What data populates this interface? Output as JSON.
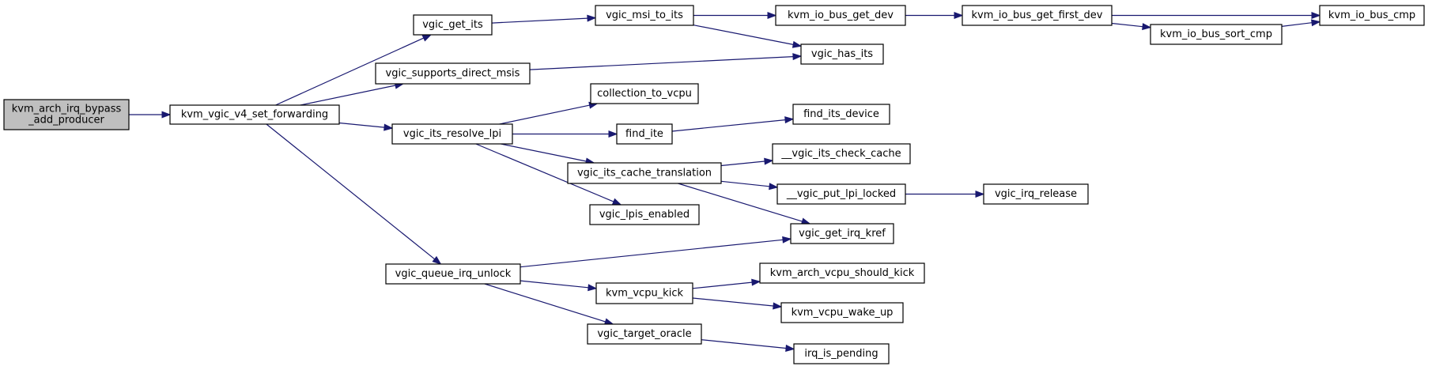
{
  "graph": {
    "type": "call-graph",
    "colors": {
      "edge": "#191970",
      "root_fill": "#bfbfbf",
      "node_fill": "#ffffff",
      "node_border": "#000000"
    },
    "nodes": [
      {
        "id": "root",
        "label_lines": [
          "kvm_arch_irq_bypass",
          "_add_producer"
        ],
        "root": true
      },
      {
        "id": "fwd",
        "label_lines": [
          "kvm_vgic_v4_set_forwarding"
        ]
      },
      {
        "id": "get_its",
        "label_lines": [
          "vgic_get_its"
        ]
      },
      {
        "id": "direct_msis",
        "label_lines": [
          "vgic_supports_direct_msis"
        ]
      },
      {
        "id": "resolve_lpi",
        "label_lines": [
          "vgic_its_resolve_lpi"
        ]
      },
      {
        "id": "queue_unlock",
        "label_lines": [
          "vgic_queue_irq_unlock"
        ]
      },
      {
        "id": "msi_to_its",
        "label_lines": [
          "vgic_msi_to_its"
        ]
      },
      {
        "id": "bus_get_dev",
        "label_lines": [
          "kvm_io_bus_get_dev"
        ]
      },
      {
        "id": "bus_first_dev",
        "label_lines": [
          "kvm_io_bus_get_first_dev"
        ]
      },
      {
        "id": "bus_cmp",
        "label_lines": [
          "kvm_io_bus_cmp"
        ]
      },
      {
        "id": "bus_sort_cmp",
        "label_lines": [
          "kvm_io_bus_sort_cmp"
        ]
      },
      {
        "id": "has_its",
        "label_lines": [
          "vgic_has_its"
        ]
      },
      {
        "id": "coll_vcpu",
        "label_lines": [
          "collection_to_vcpu"
        ]
      },
      {
        "id": "find_ite",
        "label_lines": [
          "find_ite"
        ]
      },
      {
        "id": "find_dev",
        "label_lines": [
          "find_its_device"
        ]
      },
      {
        "id": "cache_trans",
        "label_lines": [
          "vgic_its_cache_translation"
        ]
      },
      {
        "id": "check_cache",
        "label_lines": [
          "__vgic_its_check_cache"
        ]
      },
      {
        "id": "put_lpi",
        "label_lines": [
          "__vgic_put_lpi_locked"
        ]
      },
      {
        "id": "irq_release",
        "label_lines": [
          "vgic_irq_release"
        ]
      },
      {
        "id": "lpis_enabled",
        "label_lines": [
          "vgic_lpis_enabled"
        ]
      },
      {
        "id": "irq_kref",
        "label_lines": [
          "vgic_get_irq_kref"
        ]
      },
      {
        "id": "vcpu_kick",
        "label_lines": [
          "kvm_vcpu_kick"
        ]
      },
      {
        "id": "should_kick",
        "label_lines": [
          "kvm_arch_vcpu_should_kick"
        ]
      },
      {
        "id": "wake_up",
        "label_lines": [
          "kvm_vcpu_wake_up"
        ]
      },
      {
        "id": "target_oracle",
        "label_lines": [
          "vgic_target_oracle"
        ]
      },
      {
        "id": "irq_pending",
        "label_lines": [
          "irq_is_pending"
        ]
      }
    ],
    "edges": [
      {
        "from": "root",
        "to": "fwd"
      },
      {
        "from": "fwd",
        "to": "get_its"
      },
      {
        "from": "fwd",
        "to": "direct_msis"
      },
      {
        "from": "fwd",
        "to": "resolve_lpi"
      },
      {
        "from": "fwd",
        "to": "queue_unlock"
      },
      {
        "from": "get_its",
        "to": "msi_to_its"
      },
      {
        "from": "msi_to_its",
        "to": "bus_get_dev"
      },
      {
        "from": "msi_to_its",
        "to": "has_its"
      },
      {
        "from": "bus_get_dev",
        "to": "bus_first_dev"
      },
      {
        "from": "bus_first_dev",
        "to": "bus_cmp"
      },
      {
        "from": "bus_first_dev",
        "to": "bus_sort_cmp"
      },
      {
        "from": "bus_sort_cmp",
        "to": "bus_cmp"
      },
      {
        "from": "direct_msis",
        "to": "has_its"
      },
      {
        "from": "resolve_lpi",
        "to": "coll_vcpu"
      },
      {
        "from": "resolve_lpi",
        "to": "find_ite"
      },
      {
        "from": "resolve_lpi",
        "to": "cache_trans"
      },
      {
        "from": "resolve_lpi",
        "to": "lpis_enabled"
      },
      {
        "from": "find_ite",
        "to": "find_dev"
      },
      {
        "from": "cache_trans",
        "to": "check_cache"
      },
      {
        "from": "cache_trans",
        "to": "put_lpi"
      },
      {
        "from": "cache_trans",
        "to": "irq_kref"
      },
      {
        "from": "put_lpi",
        "to": "irq_release"
      },
      {
        "from": "queue_unlock",
        "to": "irq_kref"
      },
      {
        "from": "queue_unlock",
        "to": "vcpu_kick"
      },
      {
        "from": "queue_unlock",
        "to": "target_oracle"
      },
      {
        "from": "vcpu_kick",
        "to": "should_kick"
      },
      {
        "from": "vcpu_kick",
        "to": "wake_up"
      },
      {
        "from": "target_oracle",
        "to": "irq_pending"
      }
    ]
  }
}
